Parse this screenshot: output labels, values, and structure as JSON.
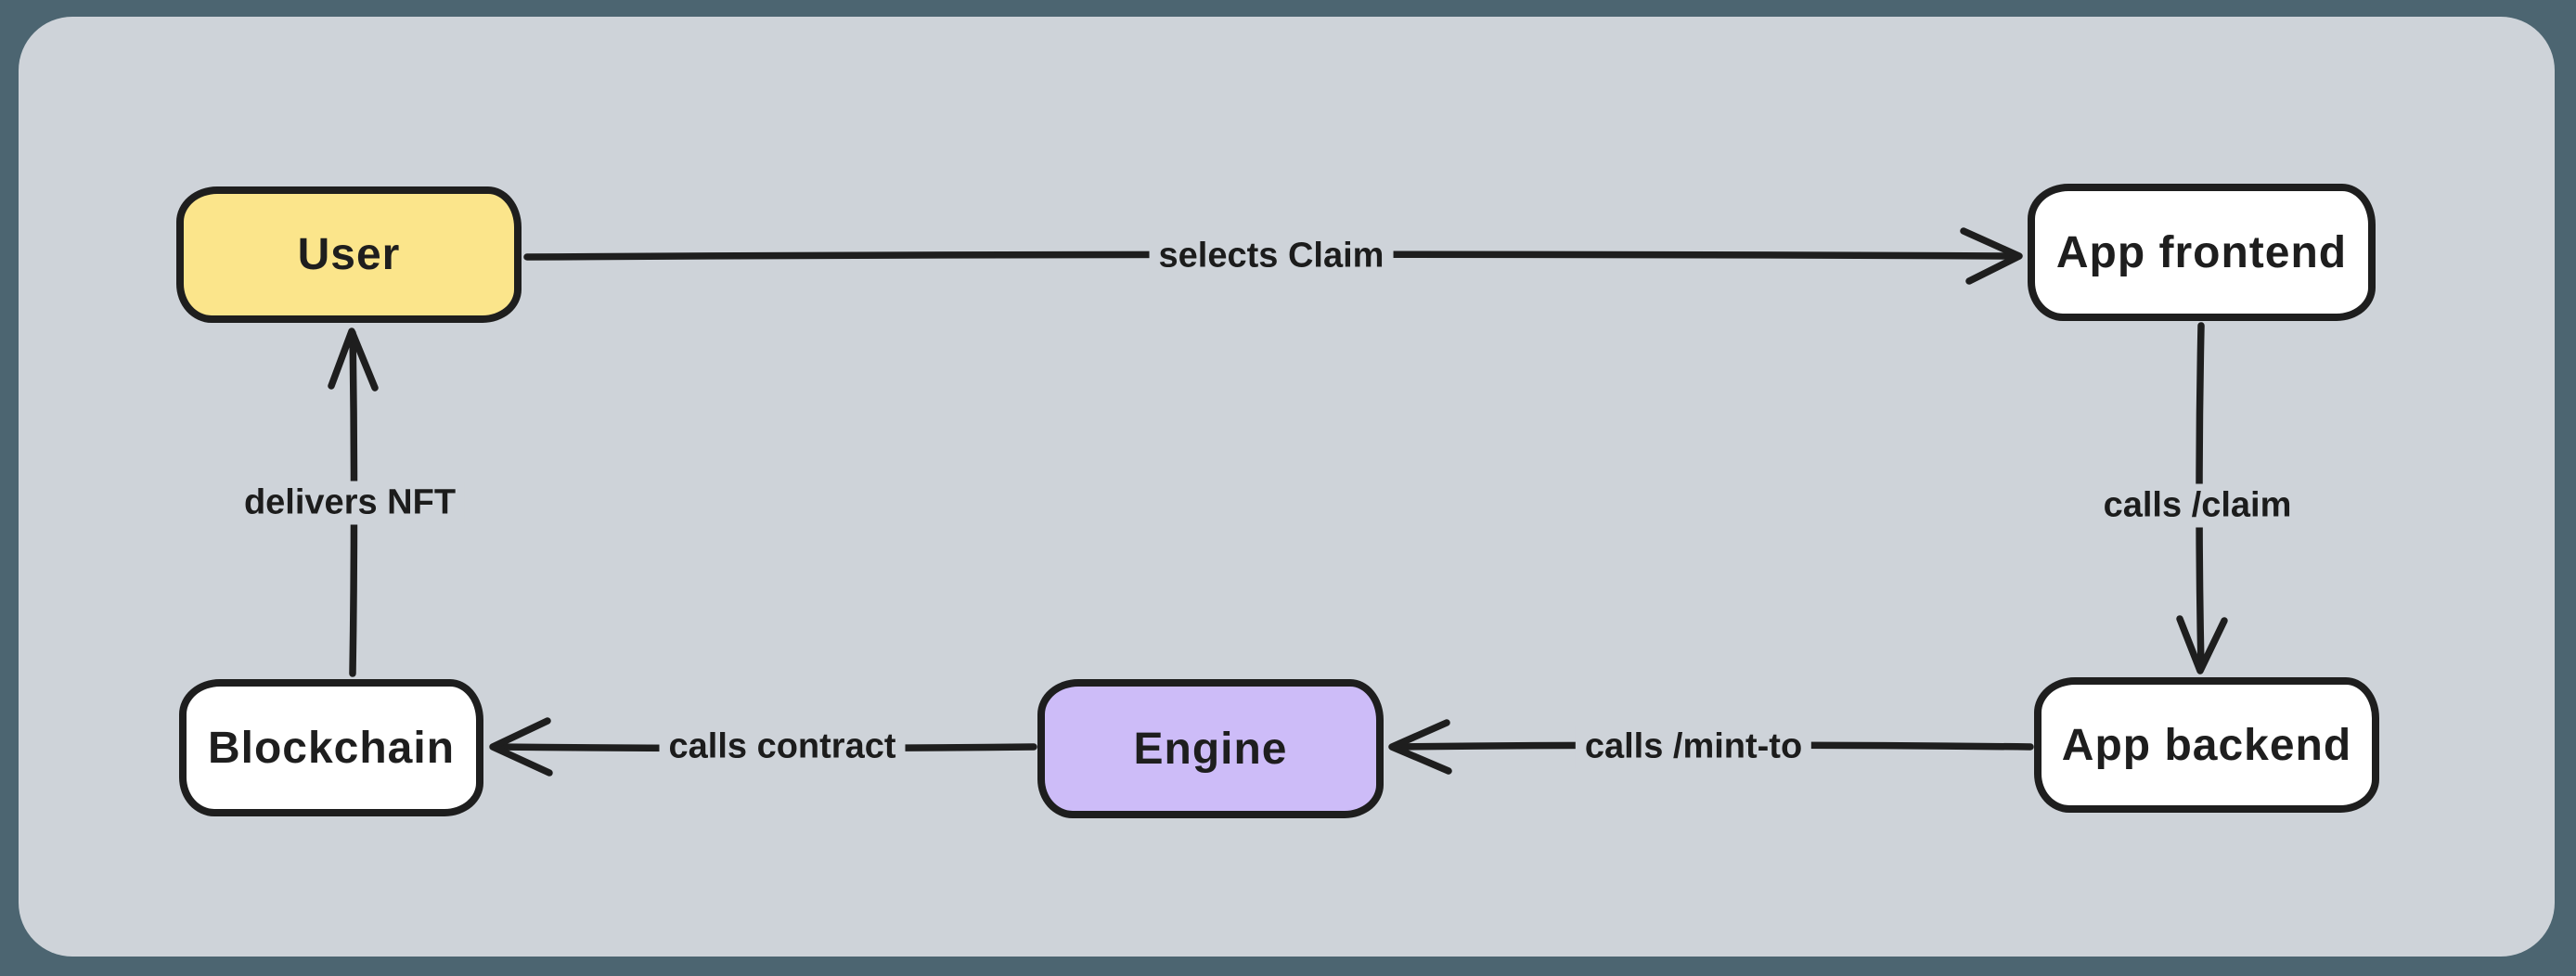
{
  "diagram": {
    "colors": {
      "outer_background": "#4c6571",
      "canvas_background": "#ced3d9",
      "stroke": "#1e1e1e",
      "user_fill": "#fbe58b",
      "engine_fill": "#cdbcf8",
      "default_fill": "#ffffff"
    },
    "nodes": [
      {
        "id": "user",
        "label": "User",
        "fill": "#fbe58b"
      },
      {
        "id": "app-frontend",
        "label": "App frontend",
        "fill": "#ffffff"
      },
      {
        "id": "app-backend",
        "label": "App backend",
        "fill": "#ffffff"
      },
      {
        "id": "engine",
        "label": "Engine",
        "fill": "#cdbcf8"
      },
      {
        "id": "blockchain",
        "label": "Blockchain",
        "fill": "#ffffff"
      }
    ],
    "edges": [
      {
        "id": "selects-claim",
        "from": "user",
        "to": "app-frontend",
        "label": "selects Claim"
      },
      {
        "id": "calls-claim",
        "from": "app-frontend",
        "to": "app-backend",
        "label": "calls /claim"
      },
      {
        "id": "calls-mint-to",
        "from": "app-backend",
        "to": "engine",
        "label": "calls /mint-to"
      },
      {
        "id": "calls-contract",
        "from": "engine",
        "to": "blockchain",
        "label": "calls contract"
      },
      {
        "id": "delivers-nft",
        "from": "blockchain",
        "to": "user",
        "label": "delivers NFT"
      }
    ]
  }
}
